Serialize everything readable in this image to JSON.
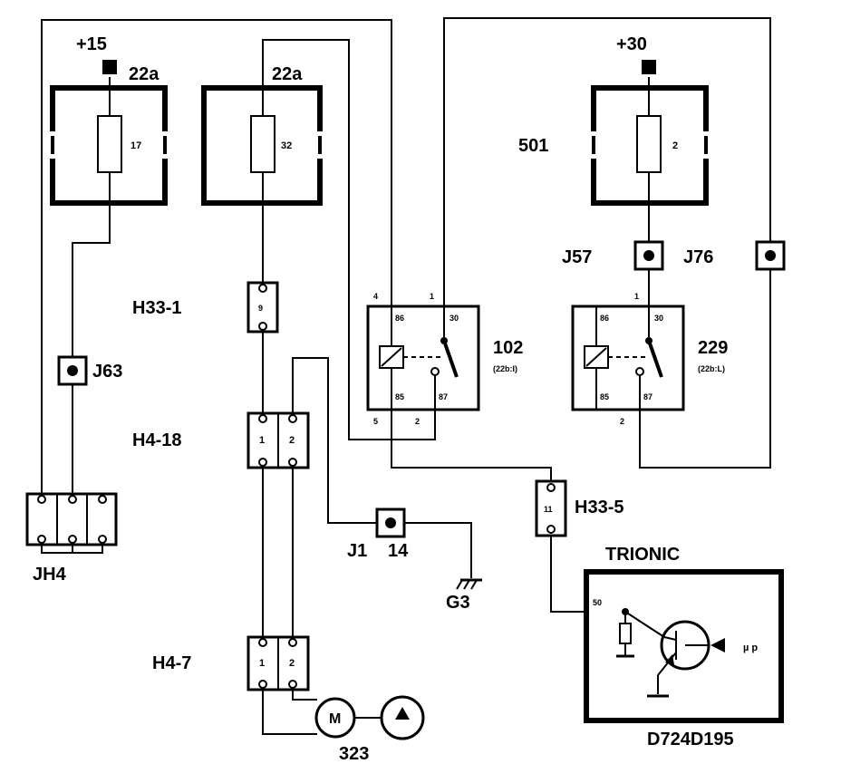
{
  "supply": {
    "plus15": "+15",
    "plus30": "+30"
  },
  "fuses": [
    {
      "block": "22a",
      "number": "17"
    },
    {
      "block": "22a",
      "number": "32"
    },
    {
      "block": "501",
      "number": "2"
    }
  ],
  "relays": [
    {
      "id": "102",
      "sub": "(22b:I)",
      "pins": {
        "p4": "4",
        "p1": "1",
        "p86": "86",
        "p30": "30",
        "p85": "85",
        "p87": "87",
        "p5": "5",
        "p2": "2"
      }
    },
    {
      "id": "229",
      "sub": "(22b:L)",
      "pins": {
        "p1": "1",
        "p86": "86",
        "p30": "30",
        "p85": "85",
        "p87": "87",
        "p2": "2"
      }
    }
  ],
  "connectors": {
    "h33_1": {
      "label": "H33-1",
      "pin": "9"
    },
    "h4_18": {
      "label": "H4-18",
      "pin1": "1",
      "pin2": "2"
    },
    "h4_7": {
      "label": "H4-7",
      "pin1": "1",
      "pin2": "2"
    },
    "h33_5": {
      "label": "H33-5",
      "pin": "11"
    },
    "jh4": {
      "label": "JH4"
    }
  },
  "junctions": {
    "j63": "J63",
    "j57": "J57",
    "j76": "J76",
    "j1": "J1",
    "j1_num": "14"
  },
  "ground": "G3",
  "pump": {
    "motor": "M",
    "id": "323"
  },
  "ecu": {
    "title": "TRIONIC",
    "pin": "50",
    "micro": "µ p",
    "code": "D724D195"
  }
}
